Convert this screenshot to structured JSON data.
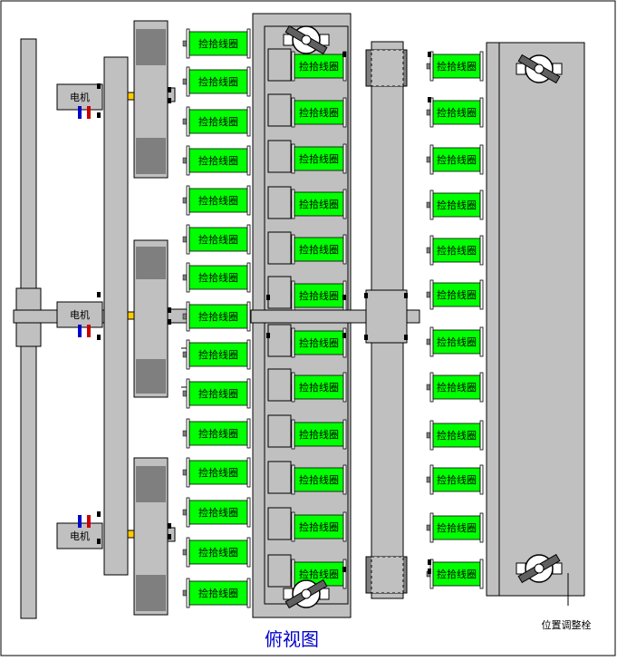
{
  "title": "俯视图",
  "labels": {
    "motor": "电机",
    "coil": "捡拾线圈",
    "position_post": "位置调整栓"
  },
  "colors": {
    "frame": "#c0c0c0",
    "coil": "#00ff00",
    "dark": "#7f7f7f",
    "title": "#0000cc",
    "outline": "#000000"
  }
}
